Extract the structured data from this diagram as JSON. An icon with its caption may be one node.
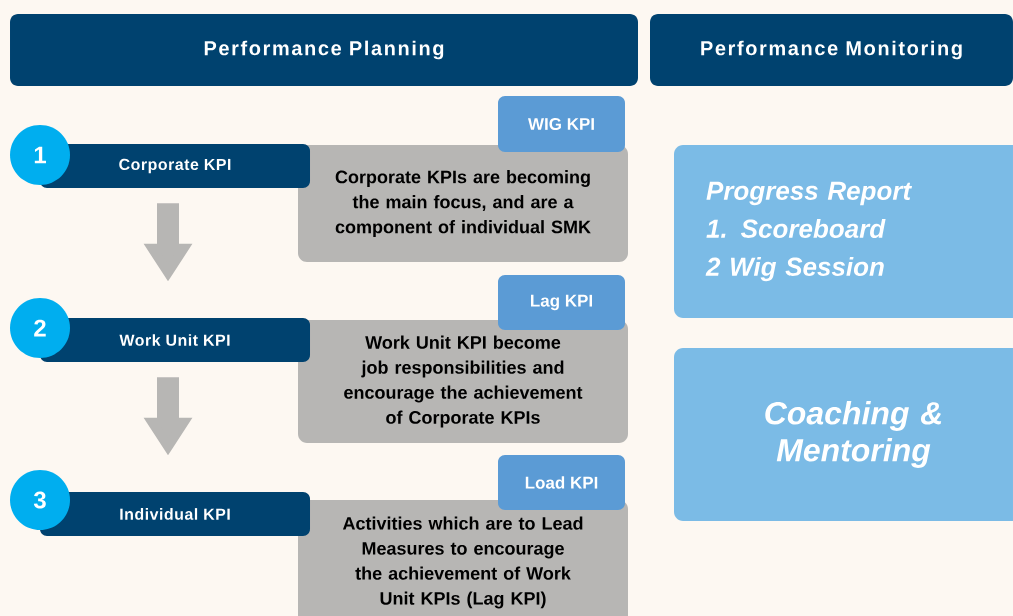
{
  "diagram": {
    "nodes": [
      {
        "text": [
          "Performance Planning"
        ]
      },
      {
        "text": [
          "Performance Monitoring"
        ]
      },
      {
        "text": [
          "1"
        ]
      },
      {
        "text": [
          "Corporate KPI"
        ]
      },
      {
        "text": [
          "WIG KPI"
        ]
      },
      {
        "text": [
          "Corporate KPIs are becoming the main focus, and are a component of individual SMK"
        ]
      },
      {
        "text": [
          "2"
        ]
      },
      {
        "text": [
          "Work Unit KPI"
        ]
      },
      {
        "text": [
          "Lag KPI"
        ]
      },
      {
        "text": [
          "Work Unit KPI become job responsibilities and encourage the achievement of Corporate KPIs"
        ]
      },
      {
        "text": [
          "3"
        ]
      },
      {
        "text": [
          "Individual KPI"
        ]
      },
      {
        "text": [
          "Load KPI"
        ]
      },
      {
        "text": [
          "Activities which are to Lead Measures to encourage the achievement of Work Unit KPIs (Lag KPI)"
        ]
      },
      {
        "text": [
          "Progress Report",
          "1. Scoreboard",
          "2 Wig Session"
        ]
      },
      {
        "text": [
          "Coaching & Mentoring"
        ]
      }
    ],
    "edges": [
      {
        "from": 3,
        "to": 7,
        "arrow": "to"
      },
      {
        "from": 7,
        "to": 11,
        "arrow": "to"
      }
    ]
  }
}
